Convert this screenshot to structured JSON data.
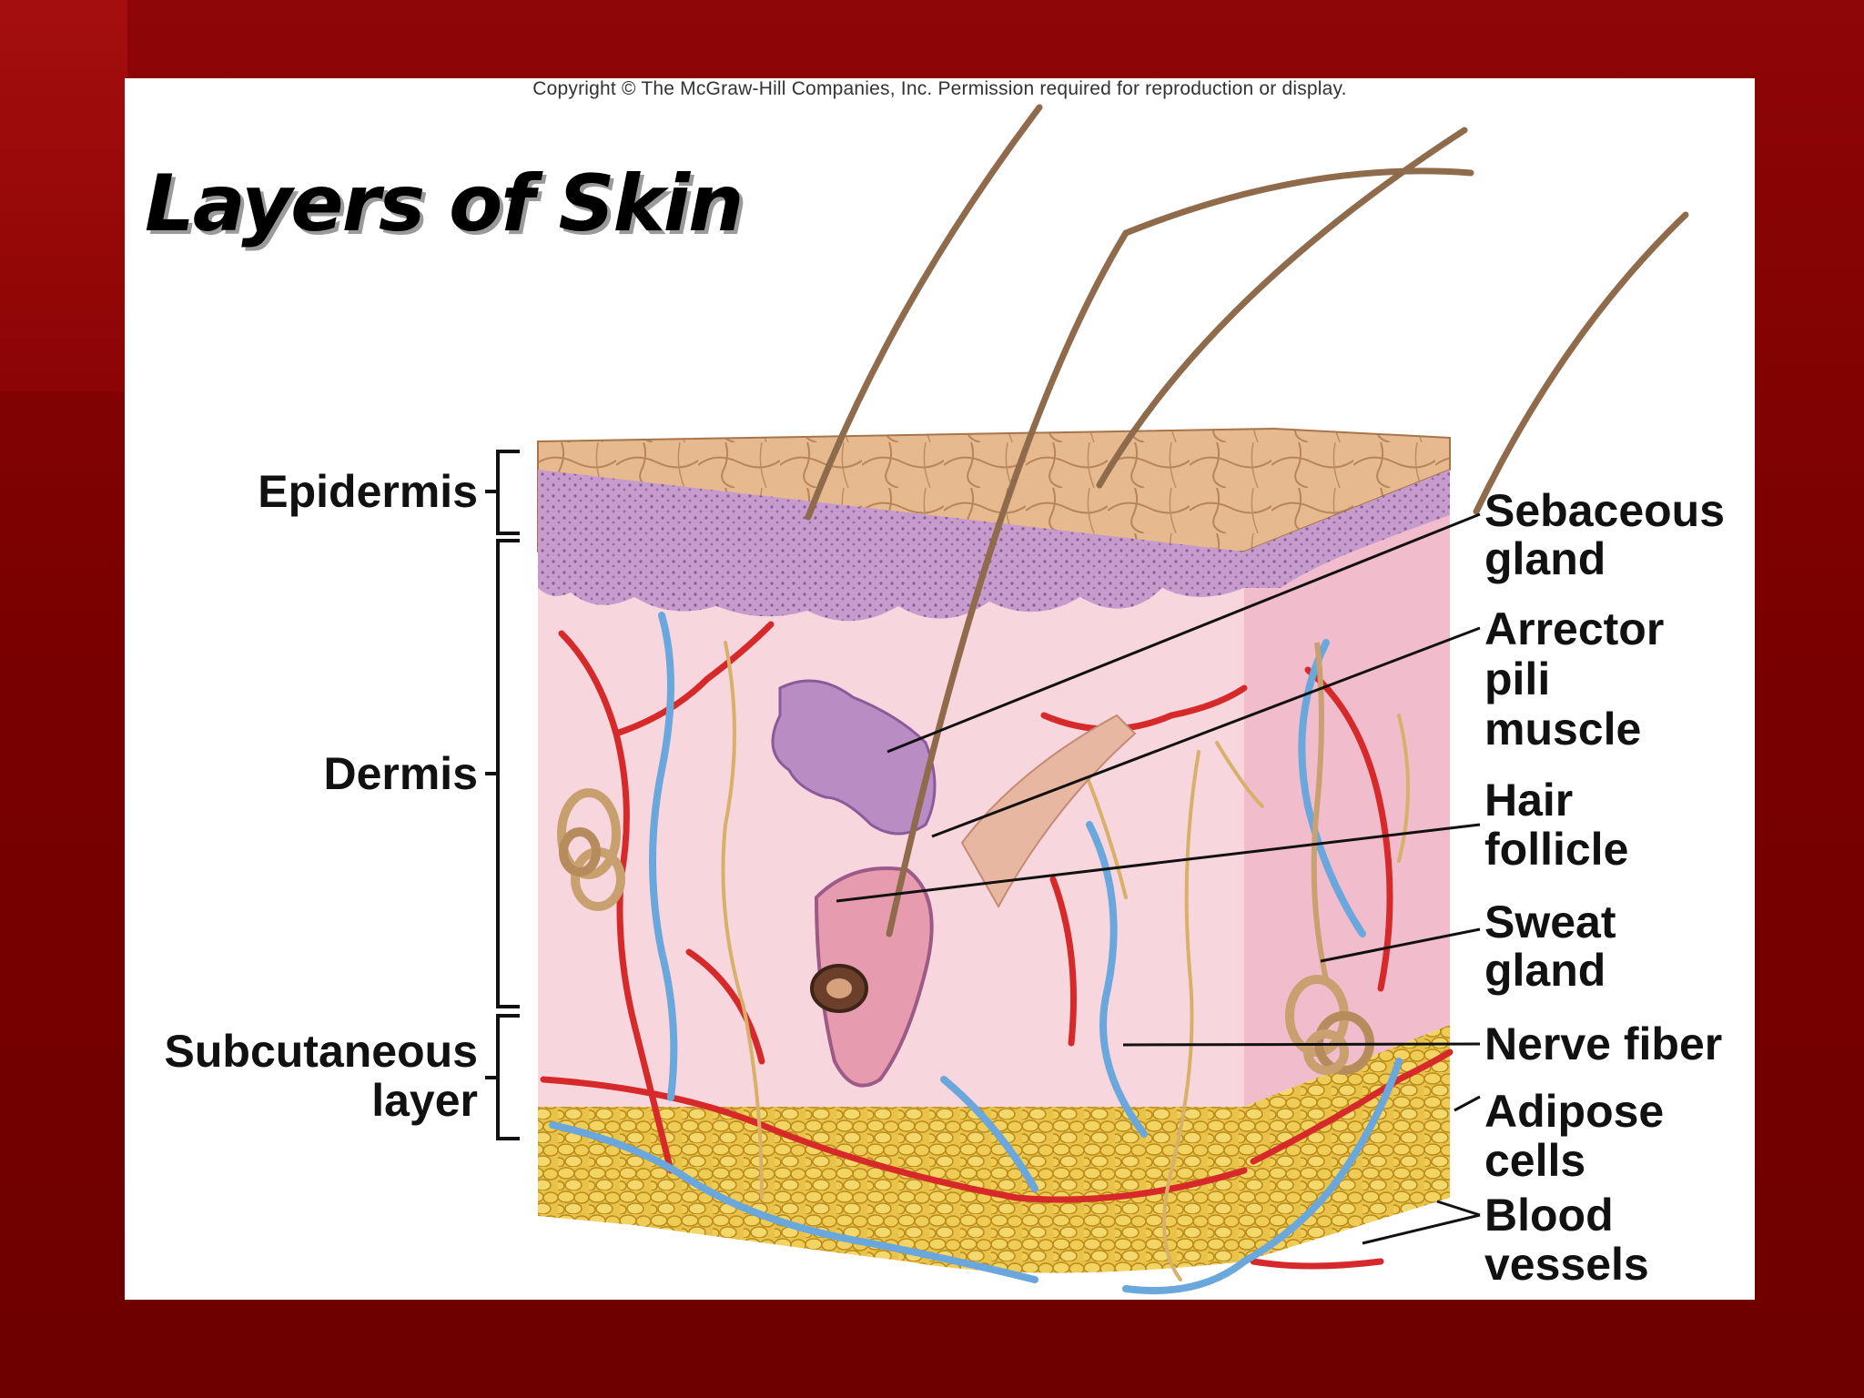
{
  "slide": {
    "title": "Layers of Skin",
    "copyright": "Copyright © The McGraw-Hill Companies, Inc. Permission required for reproduction or display."
  },
  "colors": {
    "background": "#7a0000",
    "figure_background": "#ffffff",
    "epidermis": "#c9a0d0",
    "skin_surface": "#e2b48a",
    "dermis": "#f6d3dc",
    "adipose": "#e0b63a",
    "artery": "#d92a2a",
    "vein": "#5e9fd8",
    "nerve": "#d9b46b"
  },
  "labels": {
    "left": {
      "epidermis": "Epidermis",
      "dermis": "Dermis",
      "subcutaneous_1": "Subcutaneous",
      "subcutaneous_2": "layer"
    },
    "right": {
      "sebaceous_1": "Sebaceous",
      "sebaceous_2": "gland",
      "arrector_1": "Arrector",
      "arrector_2": "pili",
      "arrector_3": "muscle",
      "hair_1": "Hair",
      "hair_2": "follicle",
      "sweat_1": "Sweat",
      "sweat_2": "gland",
      "nerve": "Nerve fiber",
      "adipose_1": "Adipose",
      "adipose_2": "cells",
      "blood_1": "Blood",
      "blood_2": "vessels"
    }
  }
}
